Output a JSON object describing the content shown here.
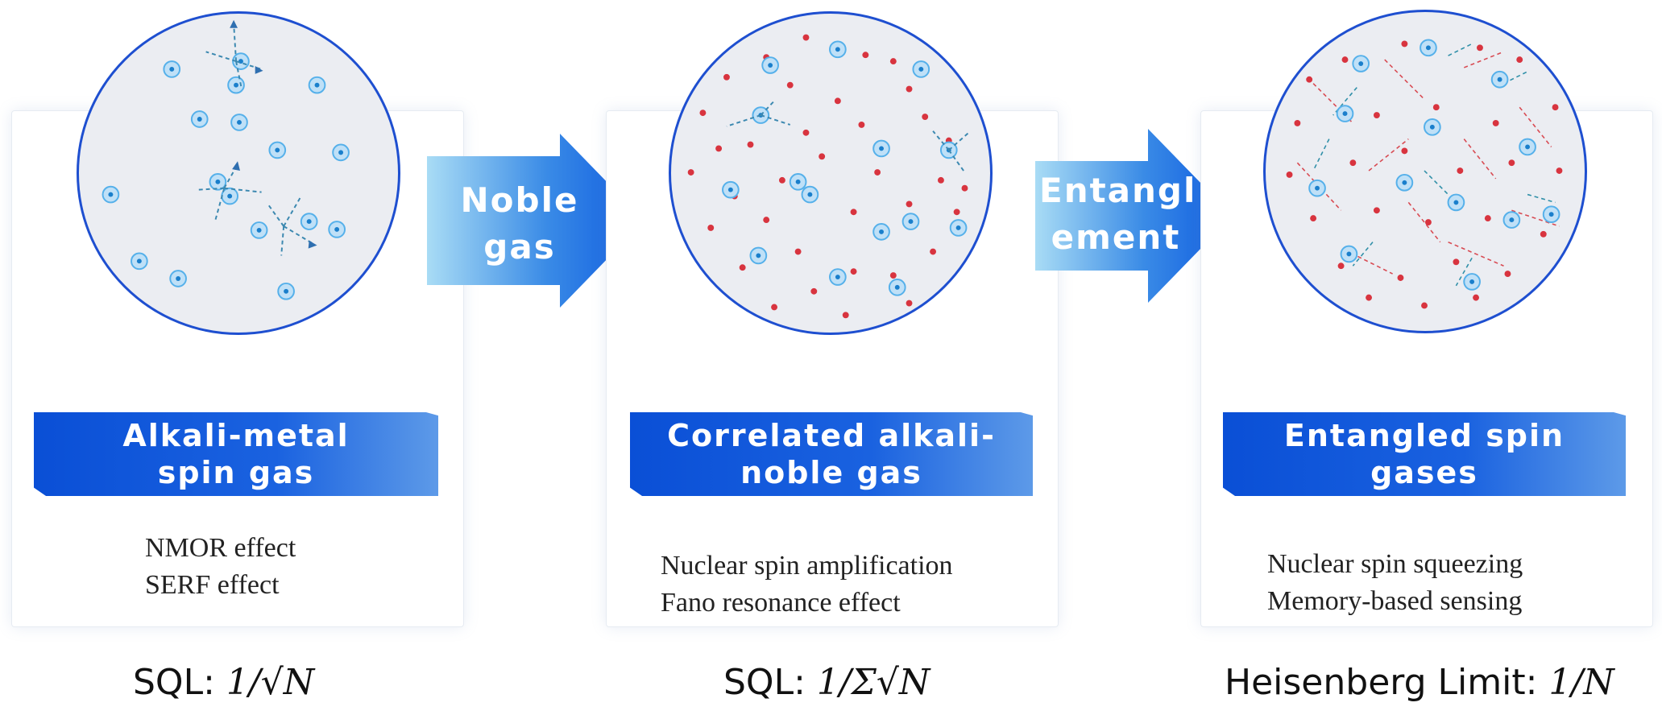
{
  "colors": {
    "accent": "#1a5ee0",
    "atom_blue": "#3fa3e6",
    "noble_red": "#d8343f",
    "circle_fill": "#ebedf2"
  },
  "stages": [
    {
      "title_line1": "Alkali-metal",
      "title_line2": "spin gas",
      "effect1": "NMOR effect",
      "effect2": "SERF effect",
      "limit_prefix": "SQL: ",
      "limit_formula": "1/√N"
    },
    {
      "title_line1": "Correlated alkali-",
      "title_line2": "noble gas",
      "effect1": "Nuclear spin amplification",
      "effect2": "Fano resonance effect",
      "limit_prefix": "SQL: ",
      "limit_formula": "1/Σ√N"
    },
    {
      "title_line1": "Entangled spin",
      "title_line2": "gases",
      "effect1": "Nuclear spin squeezing",
      "effect2": "Memory-based sensing",
      "limit_prefix": "Heisenberg Limit: ",
      "limit_formula": "1/N"
    }
  ],
  "arrows": [
    {
      "line1": "Noble",
      "line2": "gas"
    },
    {
      "line1": "Entangl",
      "line2": "ement"
    }
  ]
}
